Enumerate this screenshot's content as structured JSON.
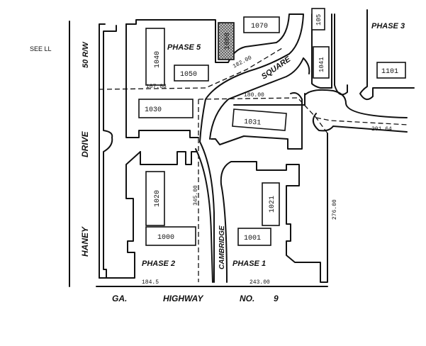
{
  "map": {
    "see_ll": "SEE LL",
    "drive_name": {
      "haney": "HANEY",
      "drive": "DRIVE",
      "row": "50 R/W"
    },
    "highway": {
      "ga": "GA.",
      "highway": "HIGHWAY",
      "no": "NO.",
      "number": "9"
    },
    "streets": {
      "square": "SQUARE",
      "cambridge": "CAMBRIDGE"
    },
    "phases": {
      "phase1": "PHASE 1",
      "phase2": "PHASE 2",
      "phase3": "PHASE 3",
      "phase5": "PHASE 5"
    },
    "buildings": {
      "b1000": "1000",
      "b1001": "1001",
      "b1020": "1020",
      "b1021": "1021",
      "b1030": "1030",
      "b1031": "1031",
      "b1040": "1040",
      "b1041": "1041",
      "b1050": "1050",
      "b1060": "1060",
      "b1070": "1070",
      "b105": "105",
      "b1101": "1101"
    },
    "dimensions": {
      "d187_88": "187.88",
      "d182_00": "182.00",
      "d180_00": "180.00",
      "d201_64": "201.64",
      "d345_00": "345.00",
      "d276_00": "276.00",
      "d184_5": "184.5",
      "d243_00": "243.00"
    },
    "highlight_building": "1060"
  }
}
